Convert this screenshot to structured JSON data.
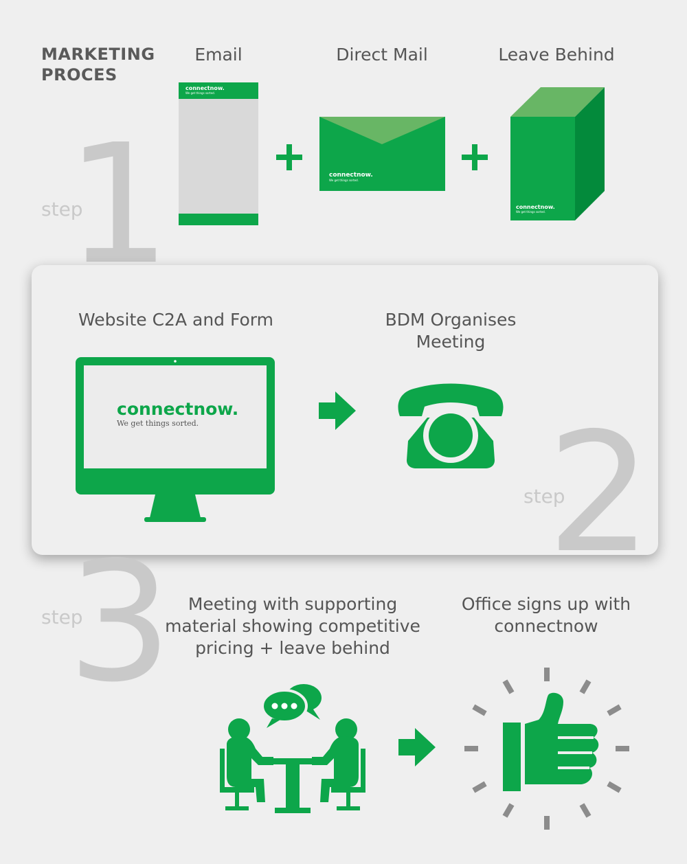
{
  "title_lines": [
    "MARKETING",
    "PROCES"
  ],
  "step_word": "step",
  "step_numbers": [
    "1",
    "2",
    "3"
  ],
  "step1": {
    "items": [
      {
        "label": "Email"
      },
      {
        "label": "Direct Mail"
      },
      {
        "label": "Leave Behind"
      }
    ],
    "plus_symbol": "+",
    "brand_name": "connectnow.",
    "brand_tagline": "We get things sorted."
  },
  "step2": {
    "left_label": "Website C2A and Form",
    "right_label_lines": [
      "BDM Organises",
      "Meeting"
    ],
    "screen_brand": "connectnow.",
    "screen_tagline": "We get things sorted."
  },
  "step3": {
    "left_label_lines": [
      "Meeting with supporting",
      "material showing competitive",
      "pricing + leave behind"
    ],
    "right_label_lines": [
      "Office signs up with",
      "connectnow"
    ]
  },
  "icons": [
    "email-icon",
    "envelope-icon",
    "box-icon",
    "monitor-icon",
    "telephone-icon",
    "meeting-icon",
    "thumbs-up-icon",
    "arrow-right-icon",
    "plus-icon"
  ],
  "colors": {
    "brand_green": "#0da64a",
    "light_green": "#68b665",
    "dark_green": "#038a3b",
    "gray_number": "#c9c9c9",
    "text": "#555555",
    "background": "#efefef"
  }
}
